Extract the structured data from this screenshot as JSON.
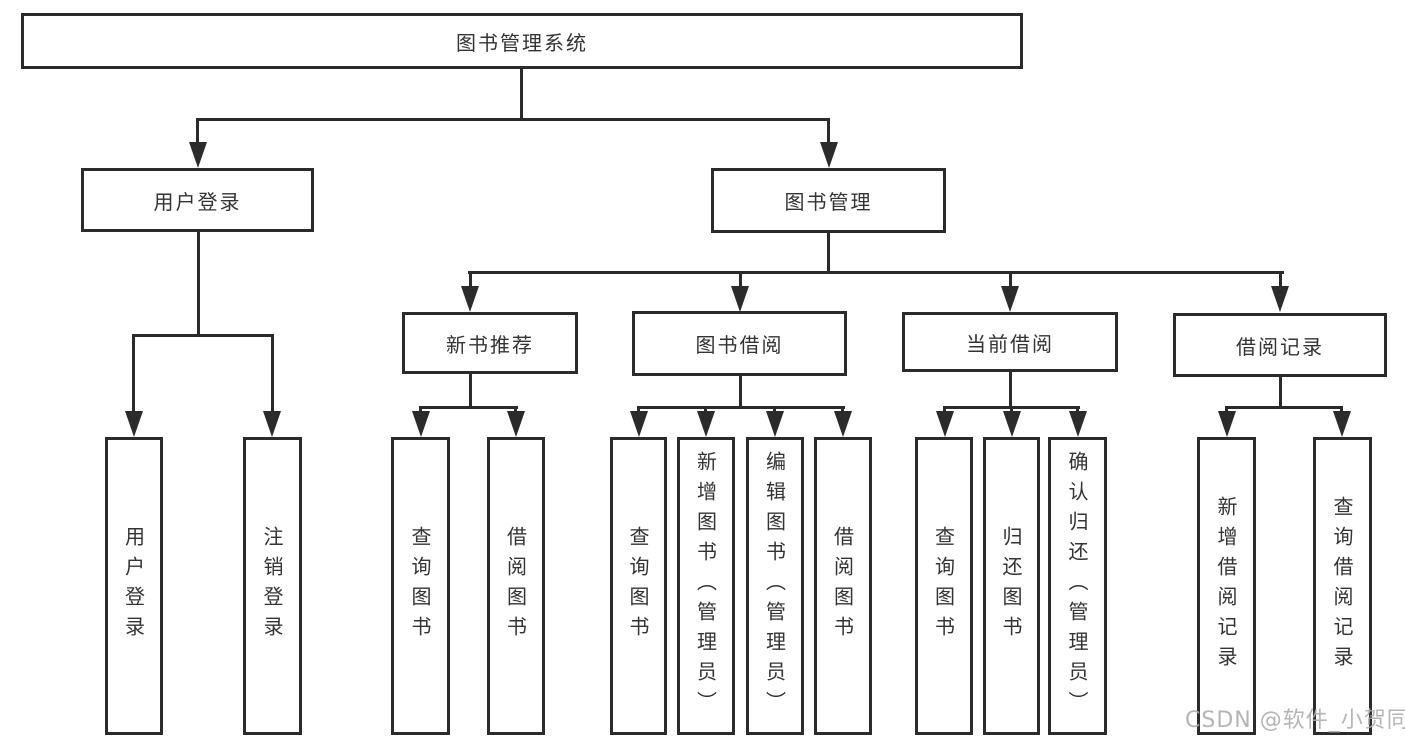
{
  "tree": {
    "root": {
      "label": "图书管理系统"
    },
    "branches": [
      {
        "label": "用户登录",
        "children": [
          {
            "label": "用户登录"
          },
          {
            "label": "注销登录"
          }
        ]
      },
      {
        "label": "图书管理",
        "children": [
          {
            "label": "新书推荐",
            "children": [
              {
                "label": "查询图书"
              },
              {
                "label": "借阅图书"
              }
            ]
          },
          {
            "label": "图书借阅",
            "children": [
              {
                "label": "查询图书"
              },
              {
                "label": "新增图书（管理员）"
              },
              {
                "label": "编辑图书（管理员）"
              },
              {
                "label": "借阅图书"
              }
            ]
          },
          {
            "label": "当前借阅",
            "children": [
              {
                "label": "查询图书"
              },
              {
                "label": "归还图书"
              },
              {
                "label": "确认归还（管理员）"
              }
            ]
          },
          {
            "label": "借阅记录",
            "children": [
              {
                "label": "新增借阅记录"
              },
              {
                "label": "查询借阅记录"
              }
            ]
          }
        ]
      }
    ]
  },
  "watermark": {
    "text": "CSDN @软件_小贺同学"
  },
  "colors": {
    "line": "#2b2b2b",
    "text": "#333333",
    "watermark": "#ababab",
    "background": "#ffffff"
  }
}
